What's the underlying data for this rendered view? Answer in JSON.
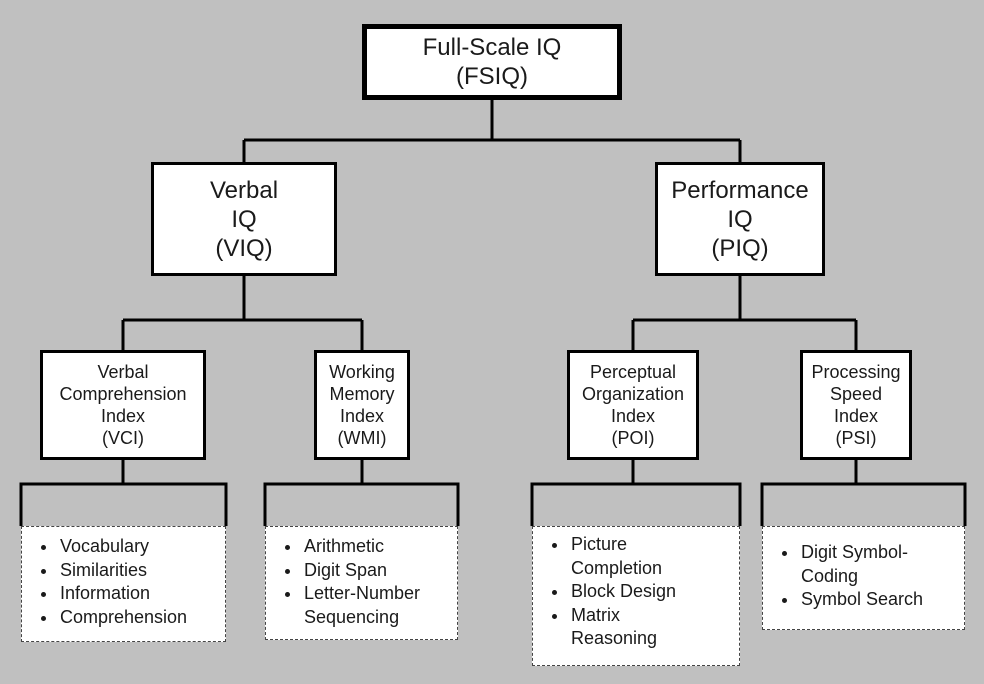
{
  "root": {
    "lines": [
      "Full-Scale IQ",
      "(FSIQ)"
    ]
  },
  "verbal": {
    "lines": [
      "Verbal",
      "IQ",
      "(VIQ)"
    ]
  },
  "performance": {
    "lines": [
      "Performance",
      "IQ",
      "(PIQ)"
    ]
  },
  "indices": [
    {
      "lines": [
        "Verbal",
        "Comprehension",
        "Index",
        "(VCI)"
      ],
      "subtests": [
        "Vocabulary",
        "Similarities",
        "Information",
        "Comprehension"
      ]
    },
    {
      "lines": [
        "Working",
        "Memory",
        "Index",
        "(WMI)"
      ],
      "subtests": [
        "Arithmetic",
        "Digit Span",
        "Letter-Number",
        "Sequencing"
      ]
    },
    {
      "lines": [
        "Perceptual",
        "Organization",
        "Index",
        "(POI)"
      ],
      "subtests": [
        "Picture",
        "Completion",
        "Block Design",
        "Matrix",
        "Reasoning"
      ]
    },
    {
      "lines": [
        "Processing",
        "Speed",
        "Index",
        "(PSI)"
      ],
      "subtests": [
        "Digit Symbol-",
        "Coding",
        "Symbol Search"
      ]
    }
  ]
}
